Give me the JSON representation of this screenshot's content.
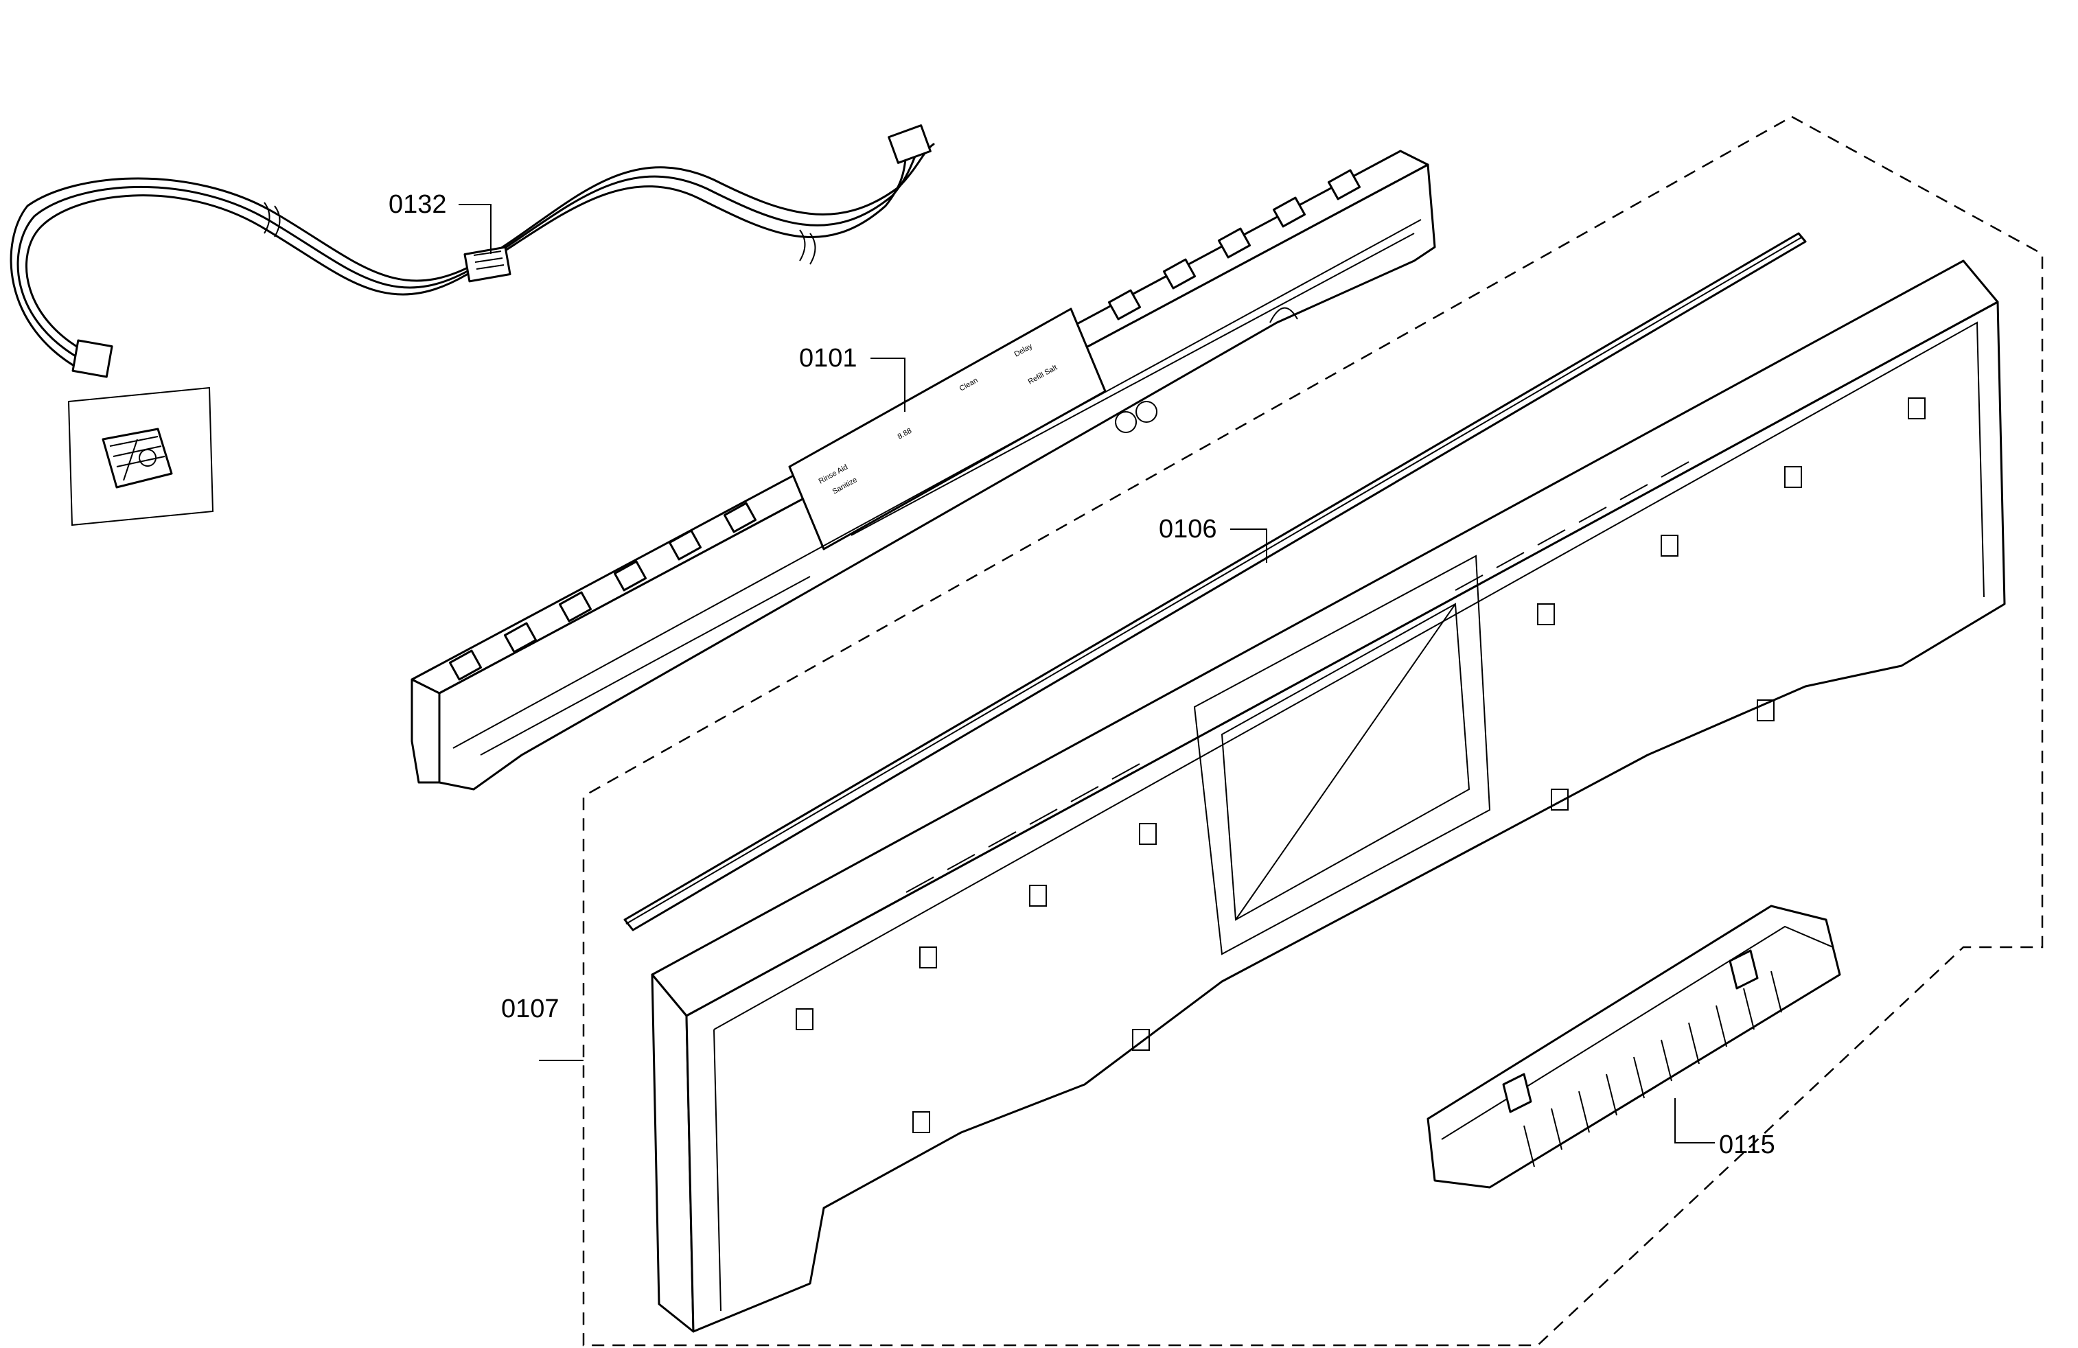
{
  "diagram": {
    "parts": [
      {
        "id": "harness",
        "label": "0132"
      },
      {
        "id": "control-module",
        "label": "0101"
      },
      {
        "id": "light-guide",
        "label": "0106"
      },
      {
        "id": "front-panel",
        "label": "0107"
      },
      {
        "id": "handle",
        "label": "0115"
      }
    ],
    "display_text": [
      "8.88",
      "Clean",
      "Sanitize",
      "Rinse Aid",
      "Delay",
      "Refill Salt"
    ]
  }
}
